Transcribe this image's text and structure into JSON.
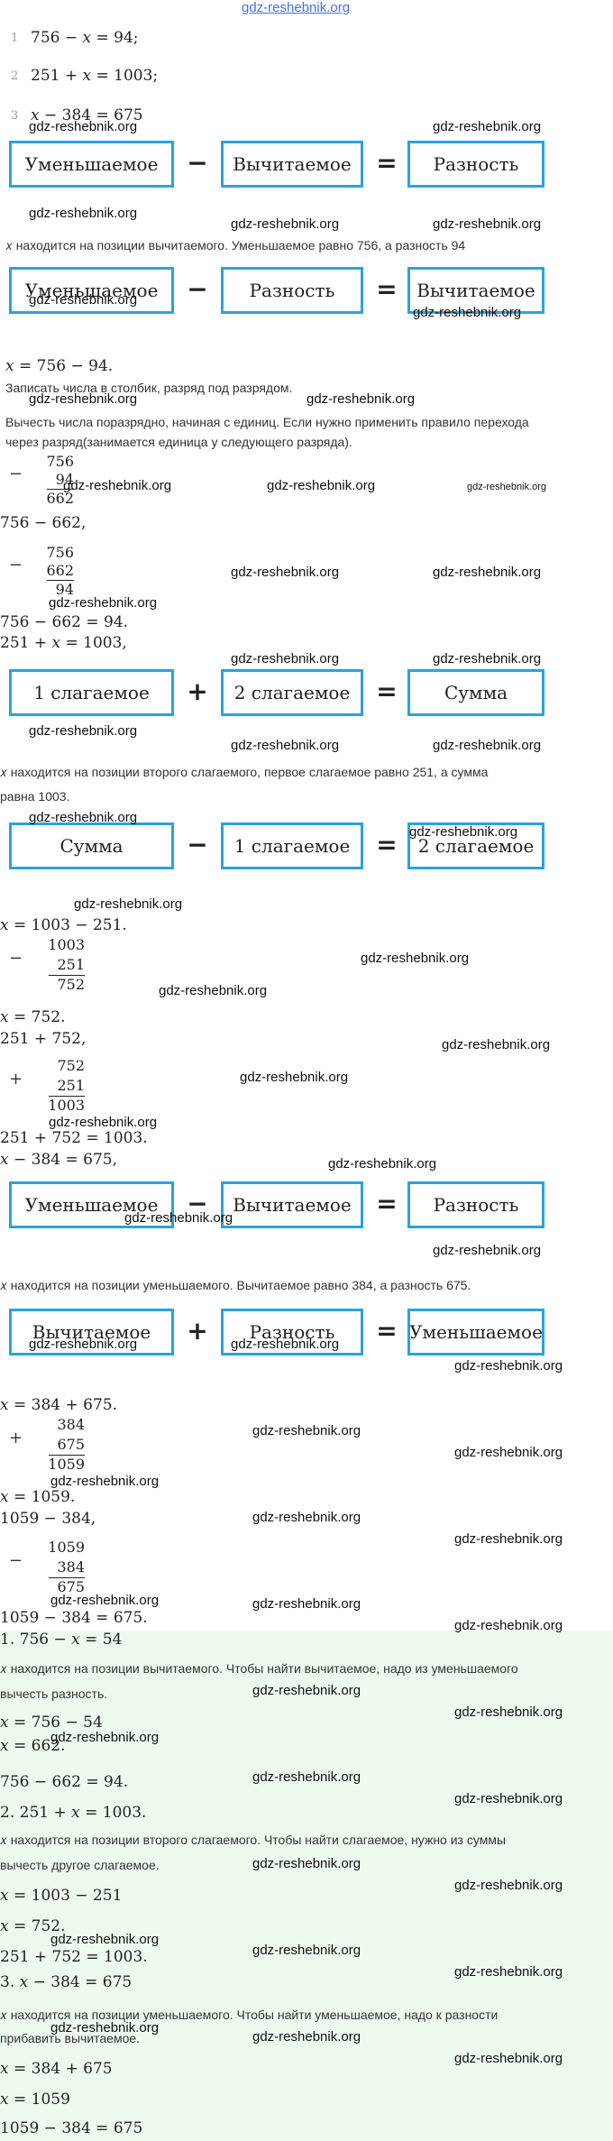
{
  "watermark": "gdz-reshebnik.org",
  "eq1": [
    "1",
    "756 − 𝑥 = 94;"
  ],
  "eq2": [
    "2",
    "251 + 𝑥 = 1003;"
  ],
  "eq3": [
    "3",
    "𝑥 − 384 = 675"
  ],
  "boxes1": [
    "Уменьшаемое",
    "−",
    "Вычитаемое",
    "=",
    "Разность"
  ],
  "text1": "𝑥 находится на позиции вычитаемого. Уменьшаемое равно 756, а разность 94",
  "boxes2": [
    "Уменьшаемое",
    "−",
    "Разность",
    "=",
    "Вычитаемое"
  ],
  "s1": "𝑥 = 756 − 94.",
  "text2a": "Записать числа в столбик, разряд под разрядом.",
  "text2b": "Вычесть числа поразрядно, начиная с единиц. Если нужно применить правило перехода",
  "text2c": "через разряд(занимается единица у следующего разряда).",
  "col1": {
    "sign": "−",
    "a": "756",
    "b": "94",
    "r": "662"
  },
  "s2": "756 − 662,",
  "col2": {
    "sign": "−",
    "a": "756",
    "b": "662",
    "r": "94"
  },
  "s3": "756 − 662 = 94.",
  "s4": "251 + 𝑥 = 1003,",
  "boxes3": [
    "1 слагаемое",
    "+",
    "2 слагаемое",
    "=",
    "Сумма"
  ],
  "text3a": "𝑥 находится на позиции второго слагаемого, первое слагаемое равно 251, а сумма",
  "text3b": "равна 1003.",
  "boxes4": [
    "Сумма",
    "−",
    "1 слагаемое",
    "=",
    "2 слагаемое"
  ],
  "s5": "𝑥 = 1003 − 251.",
  "col3": {
    "sign": "−",
    "a": "1003",
    "b": "251",
    "r": "752"
  },
  "s6": "𝑥 = 752.",
  "s7": "251 + 752,",
  "col4": {
    "sign": "+",
    "a": "752",
    "b": "251",
    "r": "1003"
  },
  "s8": "251 + 752 = 1003.",
  "s9": "𝑥 − 384 = 675,",
  "boxes5": [
    "Уменьшаемое",
    "−",
    "Вычитаемое",
    "=",
    "Разность"
  ],
  "text4": "𝑥 находится на позиции уменьшаемого. Вычитаемое равно 384, а разность 675.",
  "boxes6": [
    "Вычитаемое",
    "+",
    "Разность",
    "=",
    "Уменьшаемое"
  ],
  "s10": "𝑥 = 384 + 675.",
  "col5": {
    "sign": "+",
    "a": "384",
    "b": "675",
    "r": "1059"
  },
  "s11": "𝑥 = 1059.",
  "s12": "1059 − 384,",
  "col6": {
    "sign": "−",
    "a": "1059",
    "b": "384",
    "r": "675"
  },
  "s13": "1059 − 384 = 675.",
  "answer": {
    "a1": "1. 756 − 𝑥 = 54",
    "a1t1": "𝑥 находится на позиции вычитаемого. Чтобы найти вычитаемое, надо из уменьшаемого",
    "a1t2": "вычесть разность.",
    "a1s1": "𝑥 = 756 − 54",
    "a1s2": "𝑥 = 662.",
    "a1s3": "756 − 662 = 94.",
    "a2": "2. 251 + 𝑥 = 1003.",
    "a2t1": "𝑥 находится на позиции второго слагаемого. Чтобы найти слагаемое, нужно из суммы",
    "a2t2": "вычесть другое слагаемое.",
    "a2s1": "𝑥 = 1003 − 251",
    "a2s2": "𝑥 = 752.",
    "a2s3": "251 + 752 = 1003.",
    "a3": "3. 𝑥 − 384 = 675",
    "a3t1": "𝑥 находится на позиции уменьшаемого. Чтобы найти уменьшаемое, надо к разности",
    "a3t2": "прибавить вычитаемое.",
    "a3s1": "𝑥 = 384 + 675",
    "a3s2": "𝑥 = 1059",
    "a3s3": "1059 − 384 = 675"
  }
}
